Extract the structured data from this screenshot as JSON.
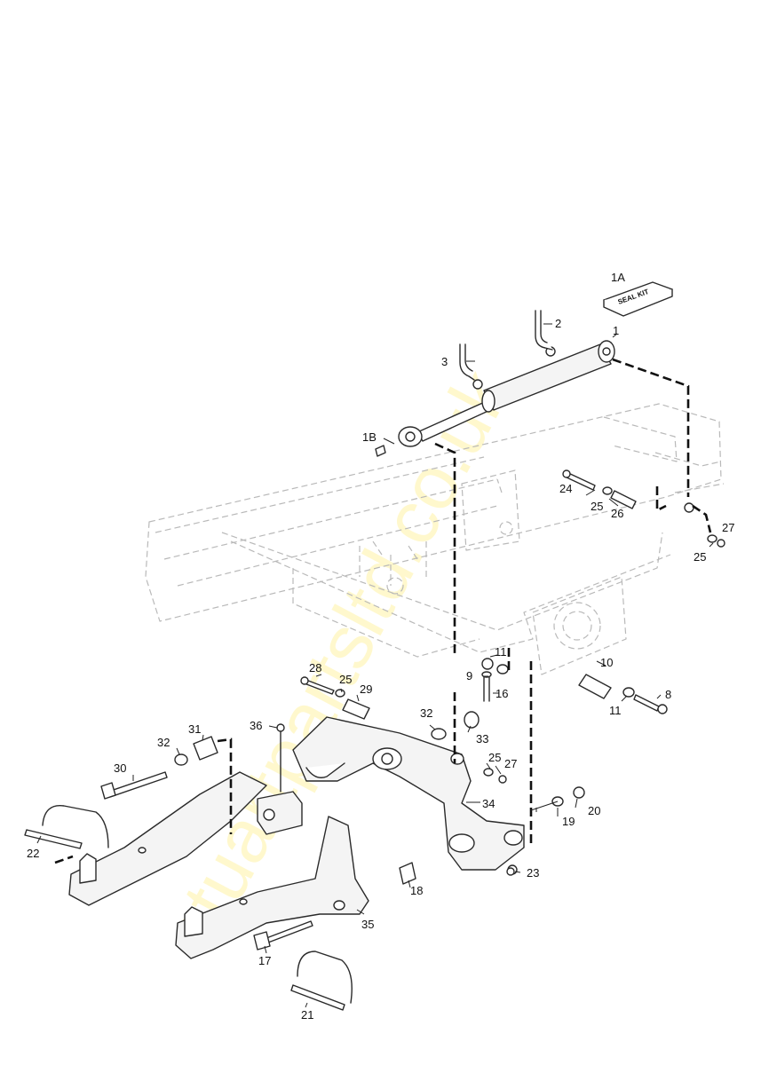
{
  "diagram": {
    "watermark": "stuartpartsltd.co.uk",
    "kit_label": "SEAL KIT",
    "labels": [
      {
        "id": "1A",
        "text": "1A"
      },
      {
        "id": "1",
        "text": "1"
      },
      {
        "id": "2",
        "text": "2"
      },
      {
        "id": "3",
        "text": "3"
      },
      {
        "id": "1B",
        "text": "1B"
      },
      {
        "id": "24",
        "text": "24"
      },
      {
        "id": "25a",
        "text": "25"
      },
      {
        "id": "26",
        "text": "26"
      },
      {
        "id": "27a",
        "text": "27"
      },
      {
        "id": "25b",
        "text": "25"
      },
      {
        "id": "11a",
        "text": "11"
      },
      {
        "id": "9",
        "text": "9"
      },
      {
        "id": "10",
        "text": "10"
      },
      {
        "id": "16",
        "text": "16"
      },
      {
        "id": "8",
        "text": "8"
      },
      {
        "id": "11b",
        "text": "11"
      },
      {
        "id": "28",
        "text": "28"
      },
      {
        "id": "25c",
        "text": "25"
      },
      {
        "id": "29",
        "text": "29"
      },
      {
        "id": "32a",
        "text": "32"
      },
      {
        "id": "33",
        "text": "33"
      },
      {
        "id": "36",
        "text": "36"
      },
      {
        "id": "31",
        "text": "31"
      },
      {
        "id": "32b",
        "text": "32"
      },
      {
        "id": "25d",
        "text": "25"
      },
      {
        "id": "27b",
        "text": "27"
      },
      {
        "id": "30",
        "text": "30"
      },
      {
        "id": "34",
        "text": "34"
      },
      {
        "id": "19",
        "text": "19"
      },
      {
        "id": "20",
        "text": "20"
      },
      {
        "id": "22",
        "text": "22"
      },
      {
        "id": "23",
        "text": "23"
      },
      {
        "id": "18",
        "text": "18"
      },
      {
        "id": "35",
        "text": "35"
      },
      {
        "id": "17",
        "text": "17"
      },
      {
        "id": "21",
        "text": "21"
      }
    ]
  }
}
